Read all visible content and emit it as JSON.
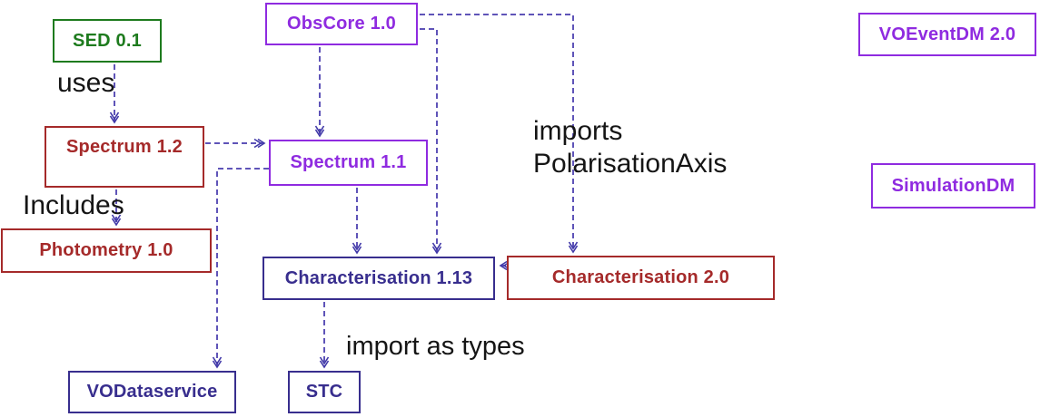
{
  "diagram": {
    "nodes": {
      "sed": "SED 0.1",
      "obscore": "ObsCore 1.0",
      "voeventdm": "VOEventDM 2.0",
      "spectrum12": "Spectrum 1.2",
      "spectrum11": "Spectrum 1.1",
      "simulationdm": "SimulationDM",
      "photometry": "Photometry 1.0",
      "char113": "Characterisation 1.13",
      "char20": "Characterisation 2.0",
      "vodataservice": "VODataservice",
      "stc": "STC"
    },
    "edge_labels": {
      "uses": "uses",
      "includes": "Includes",
      "imports": "imports\nPolarisationAxis",
      "import_as_types": "import as types"
    },
    "edges": [
      {
        "from": "sed",
        "to": "spectrum12",
        "label": "uses"
      },
      {
        "from": "spectrum12",
        "to": "spectrum11",
        "label": ""
      },
      {
        "from": "spectrum12",
        "to": "photometry",
        "label": "Includes"
      },
      {
        "from": "spectrum11",
        "to": "vodataservice",
        "label": ""
      },
      {
        "from": "obscore",
        "to": "spectrum11",
        "label": ""
      },
      {
        "from": "obscore",
        "to": "char20",
        "label": "imports PolarisationAxis"
      },
      {
        "from": "obscore",
        "to": "char113",
        "label": ""
      },
      {
        "from": "spectrum11",
        "to": "char113",
        "label": ""
      },
      {
        "from": "char20",
        "to": "char113",
        "label": ""
      },
      {
        "from": "char113",
        "to": "stc",
        "label": "import as types"
      }
    ],
    "colors": {
      "green": "#1E7B1E",
      "purple": "#8F2BE0",
      "red": "#A52A2A",
      "navy": "#382E8E",
      "connector": "#5F54B8",
      "arrowhead": "#4038A8",
      "label_text": "#151515",
      "background": "#FFFFFF"
    }
  }
}
